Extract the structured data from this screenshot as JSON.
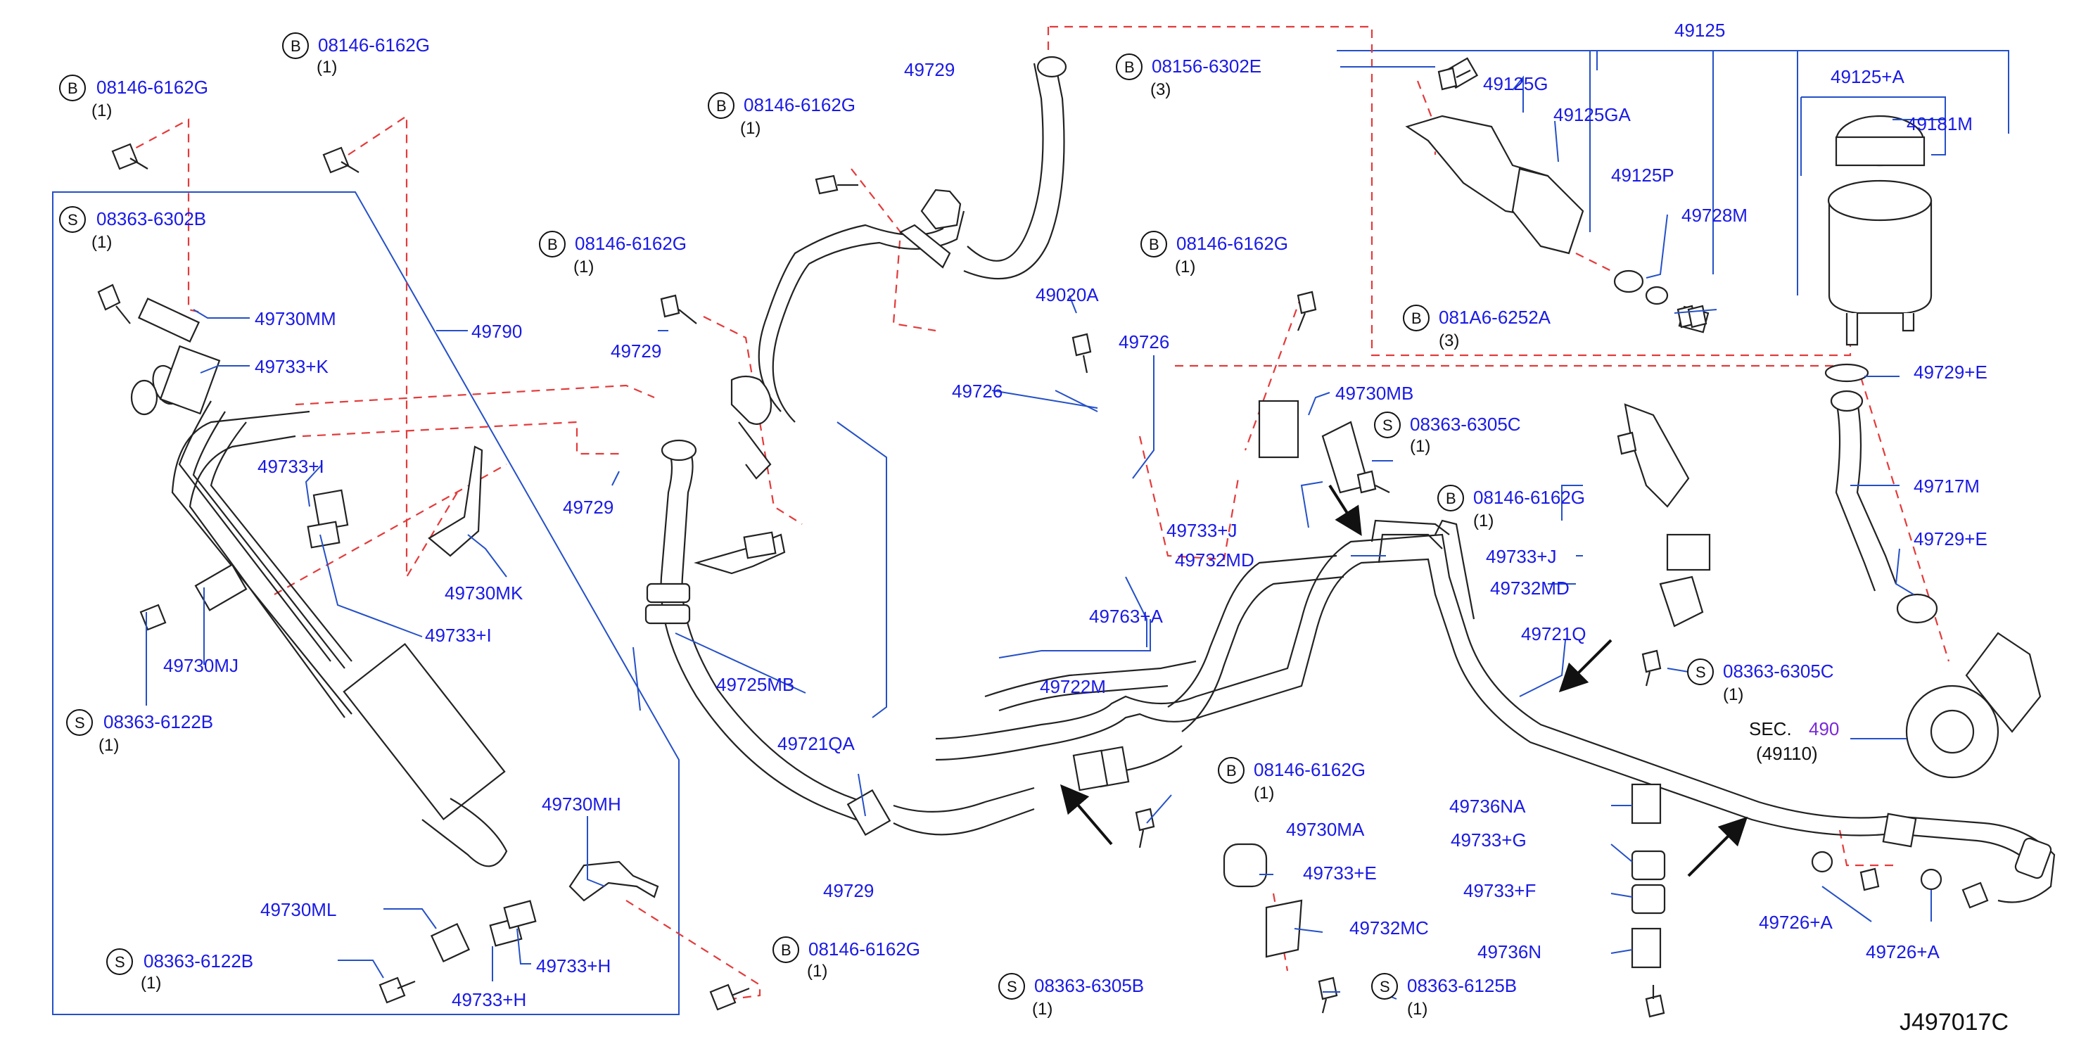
{
  "diagram": {
    "code": "J497017C",
    "section": {
      "label": "SEC.",
      "number": "490",
      "sub": "(49110)"
    },
    "callouts": [
      {
        "id": "c1",
        "prefix": "B",
        "text": "08146-6162G",
        "qty": "(1)"
      },
      {
        "id": "c2",
        "prefix": "B",
        "text": "08146-6162G",
        "qty": "(1)"
      },
      {
        "id": "c3",
        "prefix": "S",
        "text": "08363-6302B",
        "qty": "(1)"
      },
      {
        "id": "c4",
        "prefix": "S",
        "text": "08363-6122B",
        "qty": "(1)"
      },
      {
        "id": "c5",
        "prefix": "S",
        "text": "08363-6122B",
        "qty": "(1)"
      },
      {
        "id": "c6",
        "prefix": "B",
        "text": "08146-6162G",
        "qty": "(1)"
      },
      {
        "id": "c7",
        "prefix": "B",
        "text": "08146-6162G",
        "qty": "(1)"
      },
      {
        "id": "c8",
        "prefix": "B",
        "text": "08156-6302E",
        "qty": "(3)"
      },
      {
        "id": "c9",
        "prefix": "B",
        "text": "08146-6162G",
        "qty": "(1)"
      },
      {
        "id": "c10",
        "prefix": "B",
        "text": "081A6-6252A",
        "qty": "(3)"
      },
      {
        "id": "c11",
        "prefix": "S",
        "text": "08363-6305C",
        "qty": "(1)"
      },
      {
        "id": "c12",
        "prefix": "B",
        "text": "08146-6162G",
        "qty": "(1)"
      },
      {
        "id": "c13",
        "prefix": "S",
        "text": "08363-6305C",
        "qty": "(1)"
      },
      {
        "id": "c14",
        "prefix": "B",
        "text": "08146-6162G",
        "qty": "(1)"
      },
      {
        "id": "c15",
        "prefix": "S",
        "text": "08363-6305B",
        "qty": "(1)"
      },
      {
        "id": "c16",
        "prefix": "S",
        "text": "08363-6125B",
        "qty": "(1)"
      },
      {
        "id": "c17",
        "prefix": "B",
        "text": "08146-6162G",
        "qty": "(1)"
      }
    ],
    "labels": [
      "49730MM",
      "49733+K",
      "49790",
      "49733+I",
      "49733+I",
      "49730MK",
      "49730MJ",
      "49730MH",
      "49730ML",
      "49733+H",
      "49733+H",
      "49729",
      "49729",
      "49729",
      "49729",
      "49725MB",
      "49721QA",
      "49020A",
      "49726",
      "49726",
      "49730MB",
      "49733+J",
      "49732MD",
      "49763+A",
      "49722M",
      "49730MA",
      "49733+E",
      "49732MC",
      "49125",
      "49125G",
      "49125GA",
      "49125P",
      "49728M",
      "49125+A",
      "49181M",
      "49729+E",
      "49717M",
      "49729+E",
      "49733+J",
      "49732MD",
      "49721Q",
      "49736NA",
      "49733+G",
      "49733+F",
      "49736N",
      "49726+A",
      "49726+A"
    ]
  }
}
